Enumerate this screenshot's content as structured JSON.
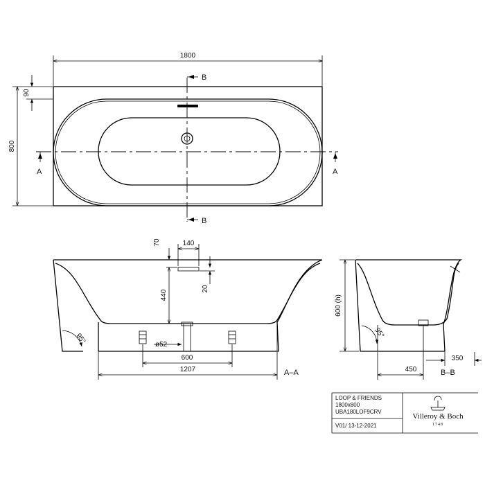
{
  "plan_view": {
    "dim_length": "1800",
    "dim_width": "800",
    "dim_rim": "90",
    "section_b_top": "B",
    "section_b_bottom": "B",
    "section_a_left": "A",
    "section_a_right": "A"
  },
  "section_a": {
    "dim_overflow_width": "140",
    "dim_overflow_offset": "70",
    "dim_depth": "440",
    "dim_overflow_height": "20",
    "dim_angle": "95°",
    "dim_drain": "ø52",
    "dim_feet_spacing": "600",
    "dim_base": "1207",
    "label": "A–A"
  },
  "section_b": {
    "dim_height": "600 (h)",
    "dim_angle": "95°",
    "dim_base": "450",
    "dim_offset": "350",
    "label": "B–B"
  },
  "title_block": {
    "product": "LOOP & FRIENDS",
    "size": "1800x800",
    "code": "UBA180LOF9CRV",
    "version": "V01/ 13-12-2021",
    "brand": "Villeroy & Boch",
    "brand_year": "1748"
  }
}
